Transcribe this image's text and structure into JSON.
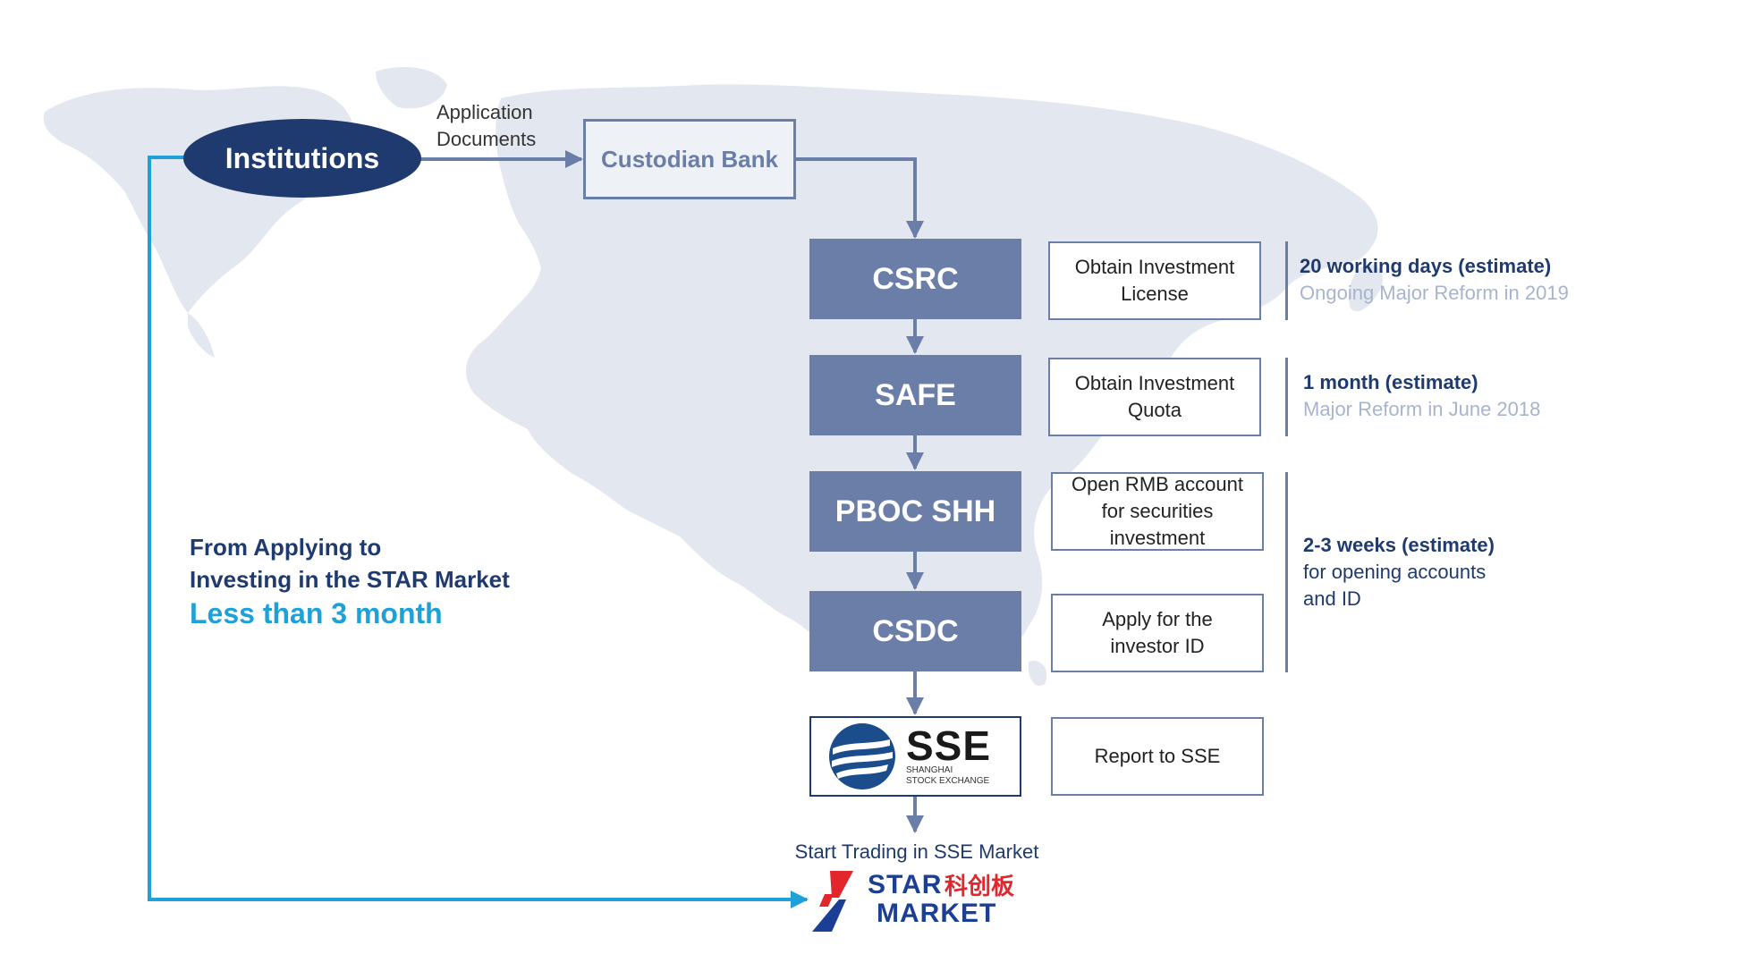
{
  "institutions": {
    "label": "Institutions"
  },
  "application_docs": {
    "line1": "Application",
    "line2": "Documents"
  },
  "custodian": {
    "label": "Custodian Bank"
  },
  "authorities": [
    {
      "label": "CSRC"
    },
    {
      "label": "SAFE"
    },
    {
      "label": "PBOC SHH"
    },
    {
      "label": "CSDC"
    }
  ],
  "steps": [
    {
      "line1": "Obtain Investment",
      "line2": "License",
      "line3": ""
    },
    {
      "line1": "Obtain Investment",
      "line2": "Quota",
      "line3": ""
    },
    {
      "line1": "Open RMB account",
      "line2": "for securities",
      "line3": "investment"
    },
    {
      "line1": "Apply for the",
      "line2": "investor ID",
      "line3": ""
    },
    {
      "line1": "Report to SSE",
      "line2": "",
      "line3": ""
    }
  ],
  "timelines": [
    {
      "main": "20 working days (estimate)",
      "sub": "Ongoing Major Reform in 2019"
    },
    {
      "main": "1 month (estimate)",
      "sub": "Major Reform in June 2018"
    },
    {
      "main": "2-3 weeks (estimate)",
      "sub1": "for opening accounts",
      "sub2": "and ID"
    }
  ],
  "sse_logo": {
    "abbr": "SSE",
    "line1": "SHANGHAI",
    "line2": "STOCK EXCHANGE"
  },
  "start_trading": "Start Trading in SSE Market",
  "star_logo": {
    "star": "STAR",
    "chinese": "科创板",
    "market": "MARKET"
  },
  "summary": {
    "line1": "From Applying to",
    "line2": "Investing in the STAR Market",
    "accent": "Less than 3 month"
  },
  "colors": {
    "navy": "#1f3a6e",
    "slate": "#6b7ea8",
    "cyan": "#1da1d8",
    "map": "#e2e6ee",
    "red": "#e2262c",
    "blue": "#1b3f94"
  }
}
